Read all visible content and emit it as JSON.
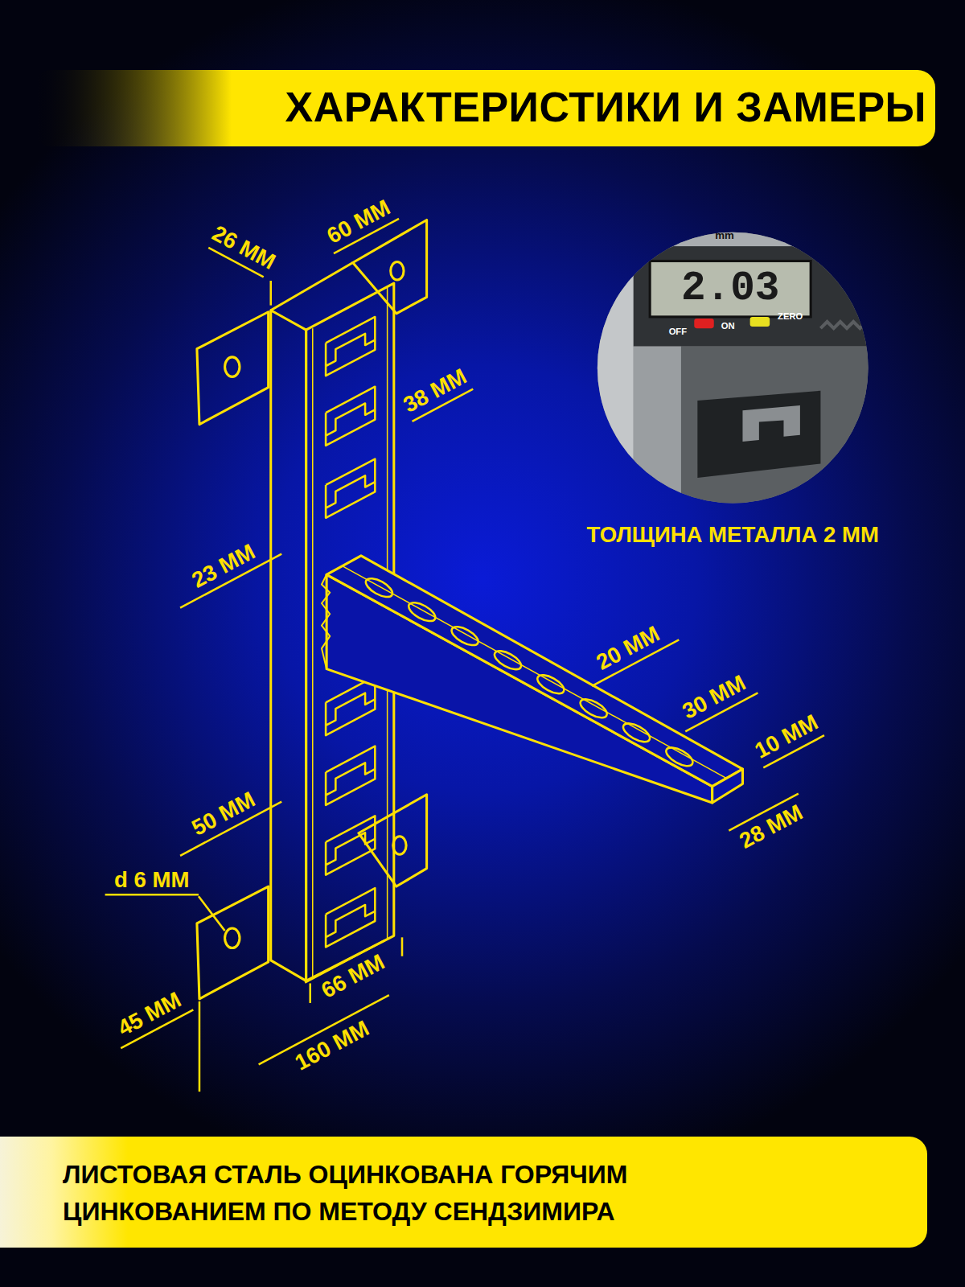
{
  "diagram": {
    "title": "ХАРАКТЕРИСТИКИ И ЗАМЕРЫ",
    "caption": "ЛИСТОВАЯ СТАЛЬ ОЦИНКОВАНА ГОРЯЧИМ ЦИНКОВАНИЕМ ПО МЕТОДУ СЕНДЗИМИРА",
    "labels": [
      "26 ММ",
      "60 ММ",
      "38 ММ",
      "23 ММ",
      "20 ММ",
      "30 ММ",
      "10 ММ",
      "28 ММ",
      "50 ММ",
      "d 6 ММ",
      "45 ММ",
      "66 ММ",
      "160 ММ",
      "mm",
      "2.03",
      "OFF",
      "ON",
      "ZERO",
      "ТОЛЩИНА МЕТАЛЛА 2 ММ"
    ]
  }
}
